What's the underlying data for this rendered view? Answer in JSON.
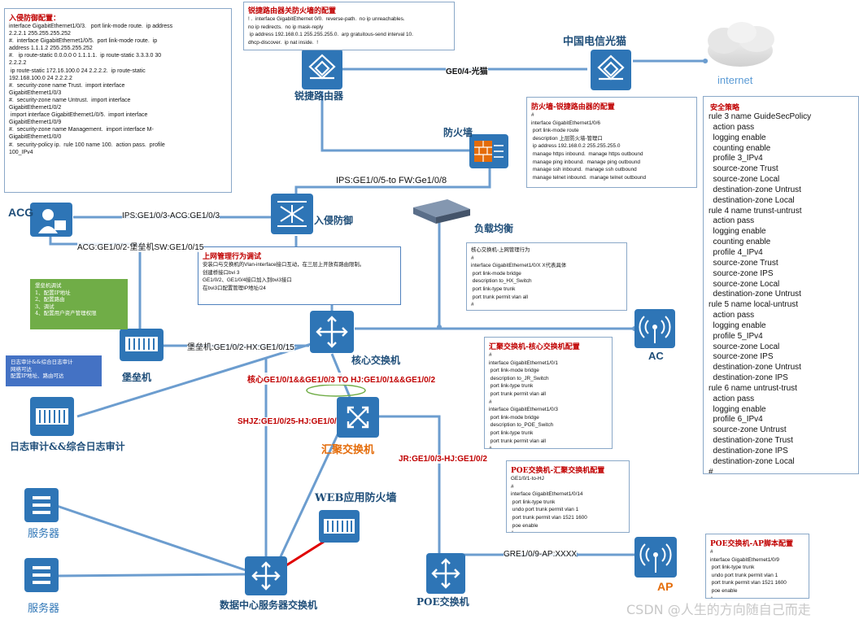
{
  "colors": {
    "device_blue": "#2e75b6",
    "link_blue": "#6c9dcf",
    "label_red": "#c00000",
    "orange": "#e46c0a",
    "dark_blue": "#1f4e79",
    "wan_red": "#e00000"
  },
  "ips_box": {
    "title": "入侵防御配置：",
    "lines": [
      "interface GigabitEthernet1/0/3.   port link-mode route.  ip address",
      "2.2.2.1 255.255.255.252",
      "#.  interface GigabitEthernet1/0/5.  port link-mode route.  ip",
      "address 1.1.1.2 255.255.255.252",
      "#.   ip route-static 0.0.0.0 0 1.1.1.1.  ip route-static 3.3.3.0 30",
      "2.2.2.2",
      " ip route-static 172.16.100.0 24 2.2.2.2.  ip route-static",
      "192.168.100.0 24 2.2.2.2",
      "#.  security-zone name Trust.  import interface",
      "GigabitEthernet1/0/3",
      "#.  security-zone name Untrust.  import interface",
      "GigabitEthernet1/0/2",
      " import interface GigabitEthernet1/0/5.  import interface",
      "GigabitEthernet1/0/9",
      "#.  security-zone name Management.  import interface M-",
      "GigabitEthernet1/0/0",
      "#.  security-policy ip.  rule 100 name 100.  action pass.  profile",
      "100_IPv4"
    ]
  },
  "router_fw_box": {
    "title": "锐捷路由器关防火墙的配置",
    "lines": [
      "! .  interface GigabitEthernet 0/0.  reverse-path.  no ip unreachables.",
      "no ip redirects.  no ip mask-reply",
      " ip address 192.168.0.1 255.255.255.0.  arp gratuitous-send interval 10.",
      "dhcp-discover.  ip nat inside.  !"
    ]
  },
  "fw_router_box": {
    "title": "防火墙-锐捷路由器的配置",
    "lines": [
      "#",
      "interface GigabitEthernet1/0/6",
      " port link-mode route",
      " description 上层防火墙-管理口",
      " ip address 192.168.0.2 255.255.255.0",
      " manage https inbound.  manage https outbound",
      " manage ping inbound.  manage ping outbound",
      " manage ssh inbound.  manage ssh outbound",
      " manage telnet inbound.  manage telnet outbound"
    ]
  },
  "policy_box": {
    "title": "安全策略",
    "lines": [
      "rule 3 name GuideSecPolicy",
      "  action pass",
      "  logging enable",
      "  counting enable",
      "  profile 3_IPv4",
      "  source-zone Trust",
      "  source-zone Local",
      "  destination-zone Untrust",
      "  destination-zone Local",
      "rule 4 name trunst-untrust",
      "  action pass",
      "  logging enable",
      "  counting enable",
      "  profile 4_IPv4",
      "  source-zone Trust",
      "  source-zone IPS",
      "  source-zone Local",
      "  destination-zone Untrust",
      "rule 5 name local-untrust",
      "  action pass",
      "  logging enable",
      "  profile 5_IPv4",
      "  source-zone Local",
      "  source-zone IPS",
      "  destination-zone Untrust",
      "  destination-zone IPS",
      "rule 6 name untrust-trust",
      "  action pass",
      "  logging enable",
      "  profile 6_IPv4",
      "  source-zone Untrust",
      "  destination-zone Trust",
      "  destination-zone IPS",
      "  destination-zone Local",
      "#"
    ]
  },
  "uplink_box": {
    "title": "上网管理行为调试",
    "lines": [
      "安装口与交换机的Vlan-interface接口互动，在三层上开放有路由限制。",
      "创建桥接口bvi 3",
      "GE1/0/2、GE1/0/4接口加入到bvi3接口",
      "在bvi3口配置管理IP地址/24"
    ]
  },
  "core_lb_box": {
    "title": "",
    "lines": [
      "核心交换机-上网管理行为",
      "#",
      "interface GigabitEthernet1/0/X X代表具体",
      " port link-mode bridge",
      " description to_HX_Switch",
      " port link-type trunk",
      " port trunk permit vlan all",
      "#"
    ]
  },
  "agg_core_box": {
    "title": "汇聚交换机-核心交换机配置",
    "lines": [
      "#",
      "interface GigabitEthernet1/0/1",
      " port link-mode bridge",
      " description to_JR_Switch",
      " port link-type trunk",
      " port trunk permit vlan all",
      "#",
      "interface GigabitEthernet1/0/3",
      " port link-mode bridge",
      " description to_POE_Switch",
      " port link-type trunk",
      " port trunk permit vlan all",
      "#"
    ]
  },
  "poe_agg_box": {
    "title": "POE交换机-汇聚交换机配置",
    "lines": [
      "GE1/0/1-to-HJ",
      "#",
      "interface GigabitEthernet1/0/14",
      " port link-type trunk",
      " undo port trunk permit vlan 1",
      " port trunk permit vlan 1521 1600",
      " poe enable",
      "#"
    ]
  },
  "poe_ap_box": {
    "title": "POE交换机-AP脚本配置",
    "lines": [
      "#",
      "interface GigabitEthernet1/0/9",
      " port link-type trunk",
      " undo port trunk permit vlan 1",
      " port trunk permit vlan 1521 1600",
      " poe enable",
      "#"
    ]
  },
  "green_box": {
    "lines": [
      "堡垒机调试",
      "1、配置IP地址",
      "2、配置路由",
      "3、调试",
      "4、配置用户资产管理权限"
    ]
  },
  "blue_box": {
    "lines": [
      "日志审计&&综合日志审计",
      "网络可达",
      "配置IP地址、路由可达"
    ]
  },
  "devices": {
    "router": "锐捷路由器",
    "telecom": "中国电信光猫",
    "internet": "internet",
    "firewall": "防火墙",
    "ips": "入侵防御",
    "acg": "ACG",
    "lb": "负载均衡",
    "ac": "AC",
    "core": "核心交换机",
    "bastion": "堡垒机",
    "log_audit": "日志审计&&综合日志审计",
    "agg": "汇聚交换机",
    "server1": "服务器",
    "server2": "服务器",
    "waf": "WEB应用防火墙",
    "dc_switch": "数据中心服务器交换机",
    "poe": "POE交换机",
    "ap": "AP"
  },
  "links": {
    "ge04": "GE0/4-光猫",
    "ips_fw": "IPS:GE1/0/5-to FW:Ge1/0/8",
    "ips_acg": "IPS:GE1/0/3-ACG:GE1/0/3",
    "acg_sw": "ACG:GE1/0/2-堡垒机SW:GE1/0/15",
    "bastion_hx": "堡垒机:GE1/0/2-HX:GE1/0/15",
    "core_agg": "核心GE1/0/1&&GE1/0/3 TO HJ:GE1/0/1&&GE1/0/2",
    "shjz": "SHJZ:GE1/0/25-HJ:GE1/0/",
    "jr": "JR:GE1/0/3-HJ:GE1/0/2",
    "gre": "GRE1/0/9-AP:XXXX"
  },
  "watermark": "CSDN @人生的方向随自己而走"
}
